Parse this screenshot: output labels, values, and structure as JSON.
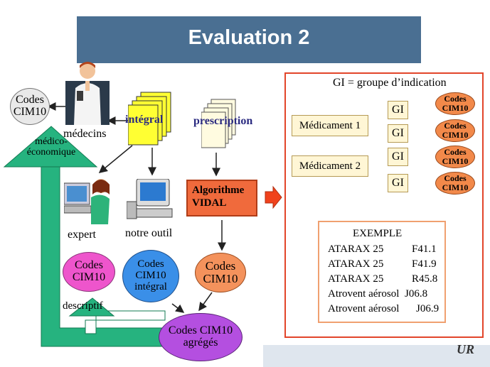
{
  "title": "Evaluation 2",
  "left": {
    "codes_cim10_top": "Codes\nCIM10",
    "medecins": "médecins",
    "medico_economique": "médico-\néconomique",
    "integral": "intégral",
    "prescription": "prescription",
    "algorithme": "Algorithme\nVIDAL",
    "expert": "expert",
    "notre_outil": "notre outil",
    "codes_cim10_pink": "Codes\nCIM10",
    "codes_cim10_integral": "Codes\nCIM10\nintégral",
    "codes_cim10_orange": "Codes\nCIM10",
    "descriptif": "descriptif",
    "codes_agreges": "Codes CIM10\nagrégés"
  },
  "right": {
    "gi_def": "GI = groupe d’indication",
    "medicament1": "Médicament 1",
    "medicament2": "Médicament 2",
    "gi": [
      "GI",
      "GI",
      "GI",
      "GI"
    ],
    "codes": [
      "Codes\nCIM10",
      "Codes\nCIM10",
      "Codes\nCIM10",
      "Codes\nCIM10"
    ],
    "exemple_title": "EXEMPLE",
    "exemple_rows": [
      {
        "drug": "ATARAX 25",
        "code": "F41.1"
      },
      {
        "drug": "ATARAX 25",
        "code": "F41.9"
      },
      {
        "drug": "ATARAX 25",
        "code": "R45.8"
      },
      {
        "drug": "Atrovent aérosol",
        "code": "J06.8"
      },
      {
        "drug": "Atrovent aérosol",
        "code": "J06.9"
      }
    ]
  },
  "logo_text": "UR"
}
